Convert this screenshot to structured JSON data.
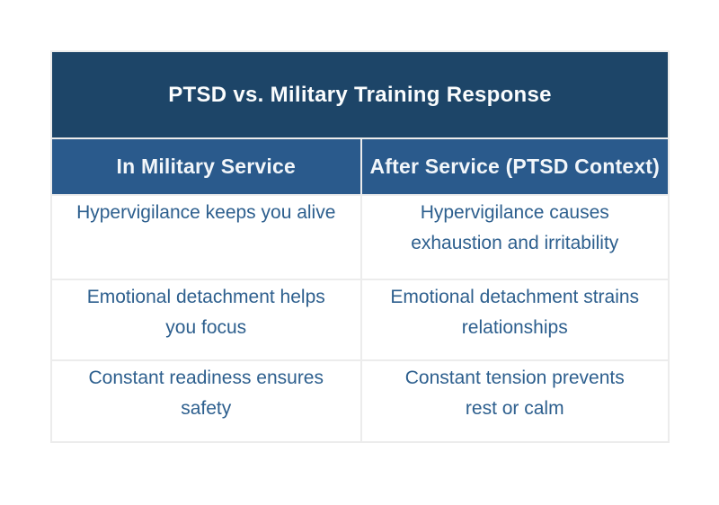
{
  "colors": {
    "page_bg": "#ffffff",
    "title_bg": "#1d4568",
    "header_bg": "#2a5a8c",
    "title_text": "#fbfdfe",
    "header_text": "#f2f6fa",
    "body_text": "#2d5f8e",
    "border": "#ececec"
  },
  "chart_data": {
    "type": "table",
    "title": "PTSD vs. Military Training Response",
    "columns": [
      "In Military Service",
      "After Service (PTSD Context)"
    ],
    "rows": [
      [
        "Hypervigilance keeps you alive",
        "Hypervigilance causes exhaustion and irritability"
      ],
      [
        "Emotional detachment helps you focus",
        "Emotional detachment strains relationships"
      ],
      [
        "Constant readiness ensures safety",
        "Constant tension prevents rest or calm"
      ]
    ]
  },
  "table": {
    "display_rows": [
      [
        [
          "Hypervigilance keeps you alive"
        ],
        [
          "Hypervigilance causes",
          "exhaustion and irritability"
        ]
      ],
      [
        [
          "Emotional detachment helps",
          "you focus"
        ],
        [
          "Emotional detachment strains",
          "relationships"
        ]
      ],
      [
        [
          "Constant readiness ensures",
          "safety"
        ],
        [
          "Constant tension prevents",
          "rest or calm"
        ]
      ]
    ]
  }
}
